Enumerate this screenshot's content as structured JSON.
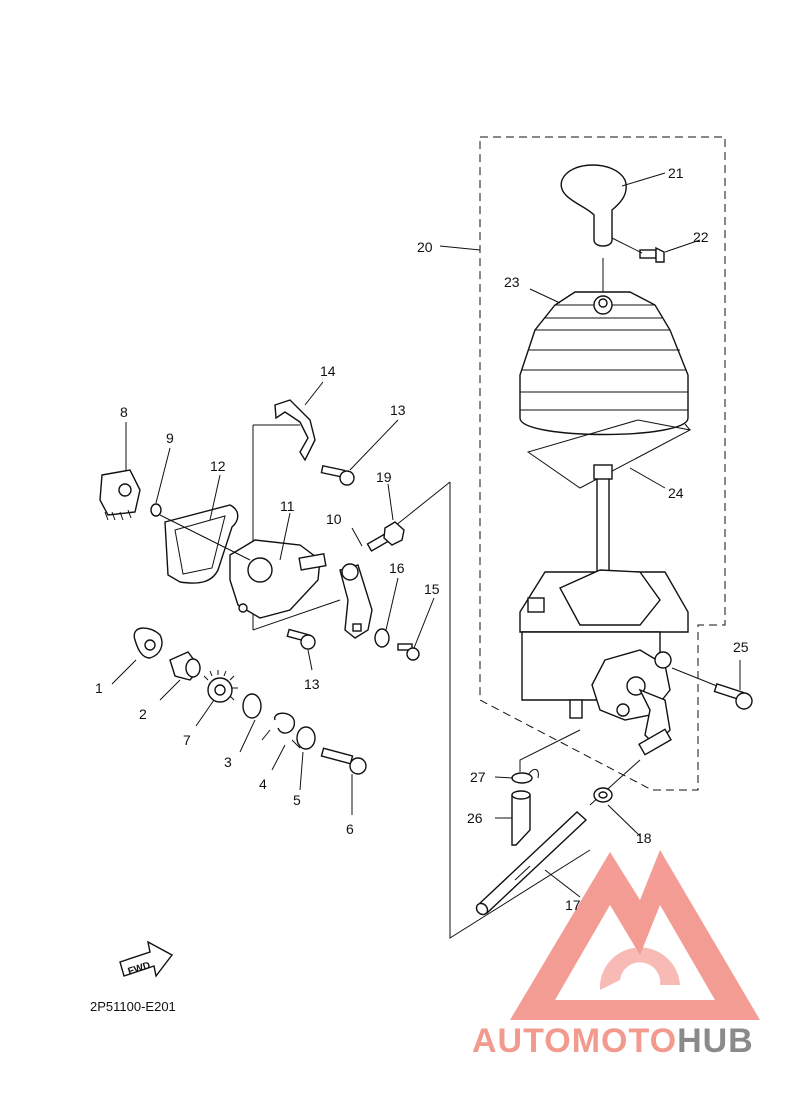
{
  "diagram": {
    "code": "2P51100-E201",
    "fwd_label": "FWD",
    "callouts": [
      "1",
      "2",
      "3",
      "4",
      "5",
      "6",
      "7",
      "8",
      "9",
      "10",
      "11",
      "12",
      "13",
      "13",
      "14",
      "15",
      "16",
      "17",
      "18",
      "19",
      "20",
      "21",
      "22",
      "23",
      "24",
      "25",
      "26",
      "27"
    ]
  },
  "watermark": {
    "part1": "AUTOMOTO",
    "part2": "HUB",
    "colors": {
      "triangle": "#f28b82",
      "auto": "#f6c48a",
      "moto": "#f39a8e",
      "hub": "#8a8a8a"
    }
  }
}
